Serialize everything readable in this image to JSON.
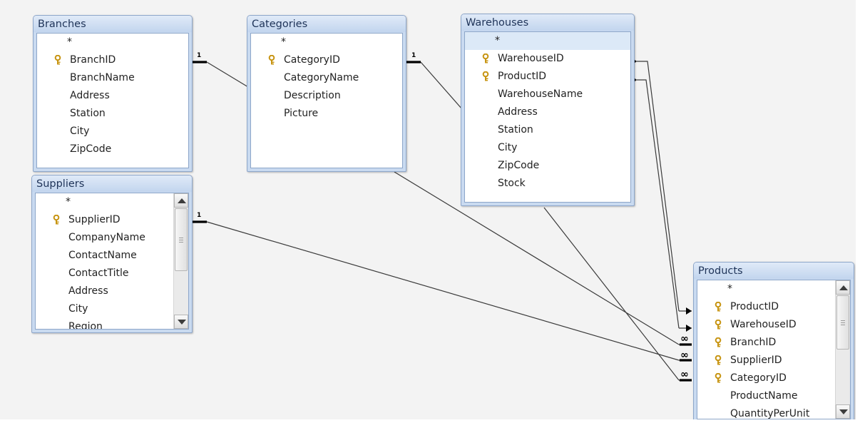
{
  "tables": {
    "branches": {
      "title": "Branches",
      "fields": {
        "star": "*",
        "f1": "BranchID",
        "f2": "BranchName",
        "f3": "Address",
        "f4": "Station",
        "f5": "City",
        "f6": "ZipCode"
      }
    },
    "categories": {
      "title": "Categories",
      "fields": {
        "star": "*",
        "f1": "CategoryID",
        "f2": "CategoryName",
        "f3": "Description",
        "f4": "Picture"
      }
    },
    "warehouses": {
      "title": "Warehouses",
      "fields": {
        "star": "*",
        "f1": "WarehouseID",
        "f2": "ProductID",
        "f3": "WarehouseName",
        "f4": "Address",
        "f5": "Station",
        "f6": "City",
        "f7": "ZipCode",
        "f8": "Stock"
      }
    },
    "suppliers": {
      "title": "Suppliers",
      "fields": {
        "star": "*",
        "f1": "SupplierID",
        "f2": "CompanyName",
        "f3": "ContactName",
        "f4": "ContactTitle",
        "f5": "Address",
        "f6": "City",
        "f7": "Region"
      }
    },
    "products": {
      "title": "Products",
      "fields": {
        "star": "*",
        "f1": "ProductID",
        "f2": "WarehouseID",
        "f3": "BranchID",
        "f4": "SupplierID",
        "f5": "CategoryID",
        "f6": "ProductName",
        "f7": "QuantityPerUnit"
      }
    }
  },
  "relationships": {
    "one_symbol": "1",
    "many_symbol": "∞"
  },
  "colors": {
    "canvas": "#f3f3f3",
    "title_text": "#1e3358",
    "box_border": "#8da6c9",
    "relationship_line": "#3a3a3a",
    "key_icon": "#d4a017"
  }
}
